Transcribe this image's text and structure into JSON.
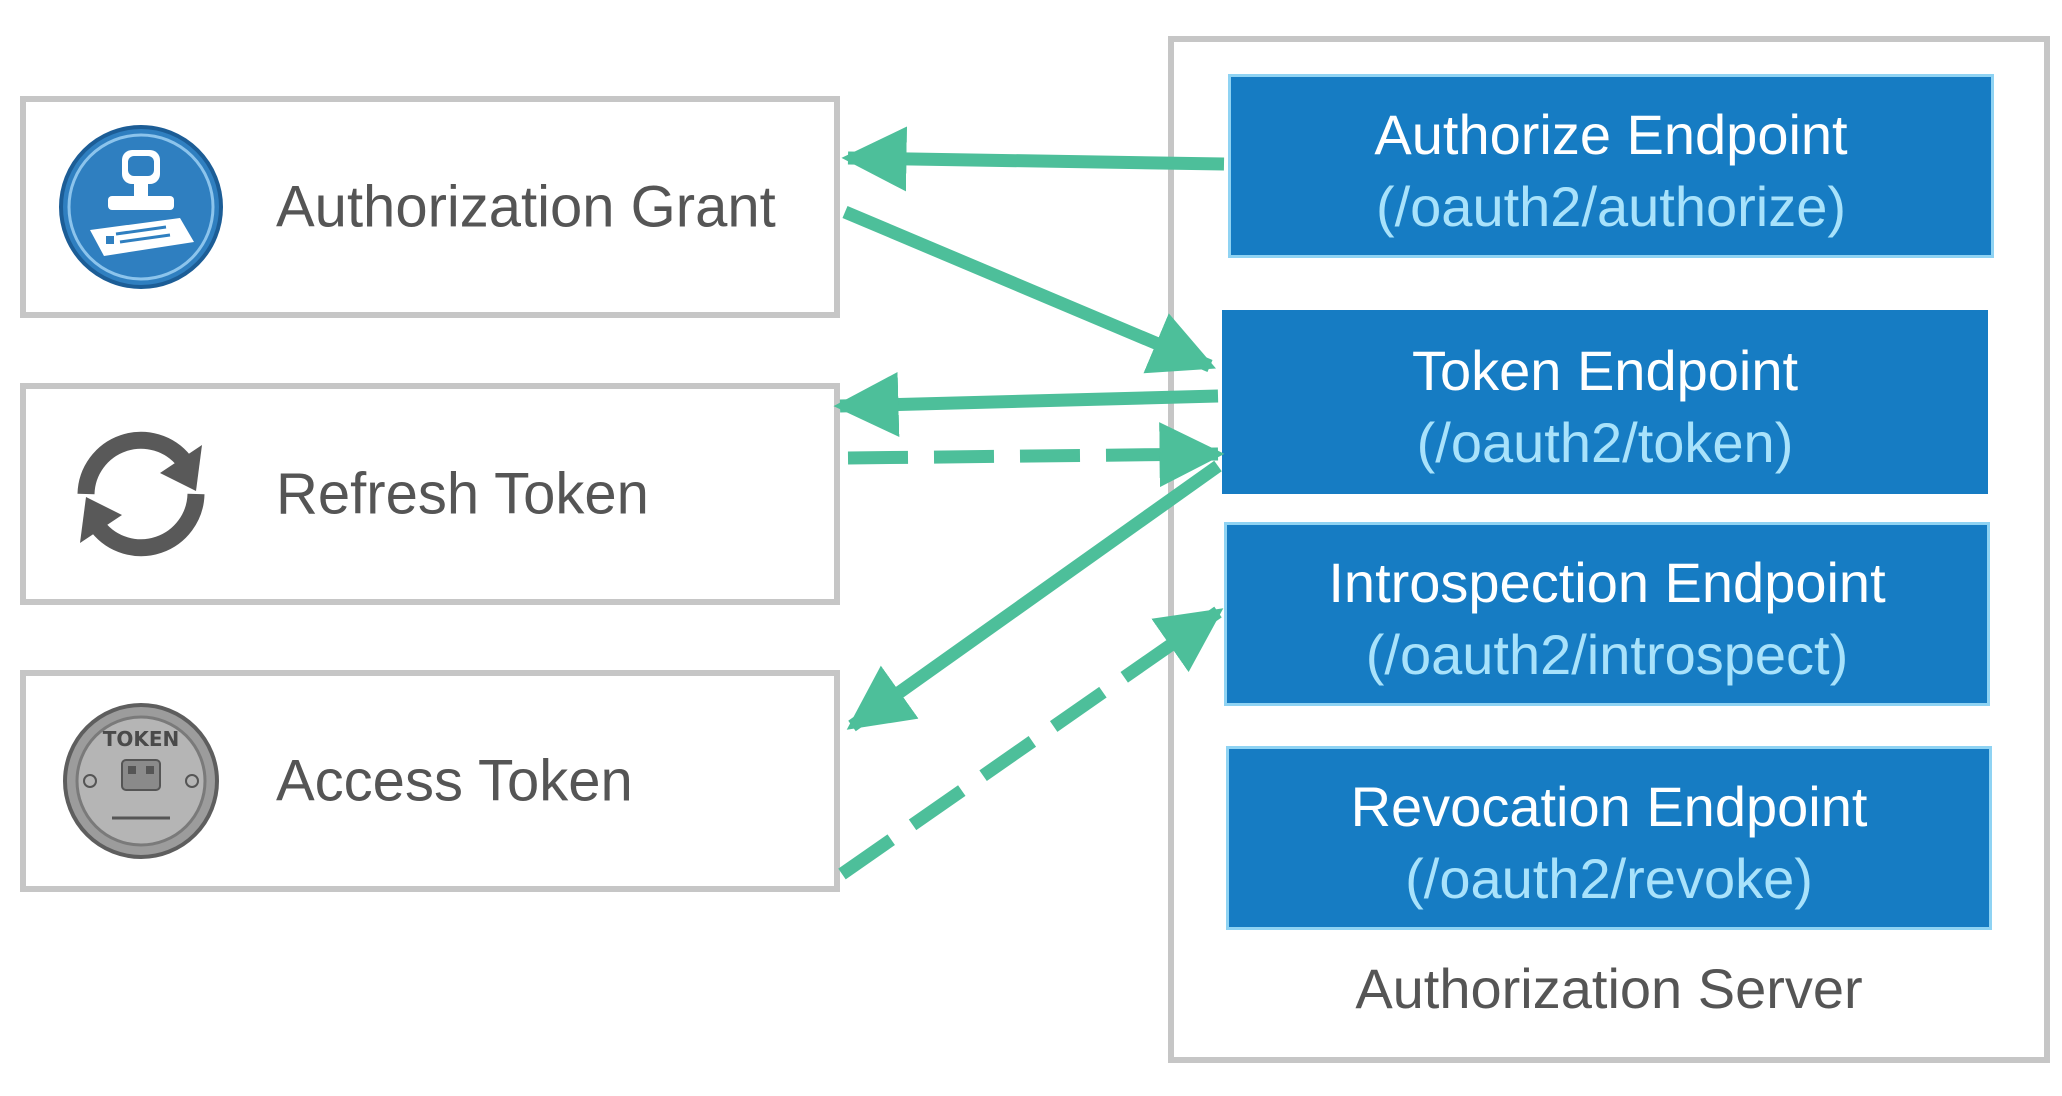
{
  "left_items": [
    {
      "label": "Authorization Grant",
      "icon": "stamp-icon"
    },
    {
      "label": "Refresh Token",
      "icon": "refresh-icon"
    },
    {
      "label": "Access Token",
      "icon": "token-coin-icon"
    }
  ],
  "coin_text": "TOKEN",
  "server": {
    "label": "Authorization Server",
    "endpoints": [
      {
        "name": "Authorize Endpoint",
        "path": "(/oauth2/authorize)"
      },
      {
        "name": "Token Endpoint",
        "path": "(/oauth2/token)"
      },
      {
        "name": "Introspection Endpoint",
        "path": "(/oauth2/introspect)"
      },
      {
        "name": "Revocation Endpoint",
        "path": "(/oauth2/revoke)"
      }
    ]
  },
  "colors": {
    "arrow": "#4dbf9a",
    "endpoint_fill": "#167cc3",
    "endpoint_path": "#a8e2fb",
    "box_border": "#c6c6c6",
    "text": "#555555"
  }
}
